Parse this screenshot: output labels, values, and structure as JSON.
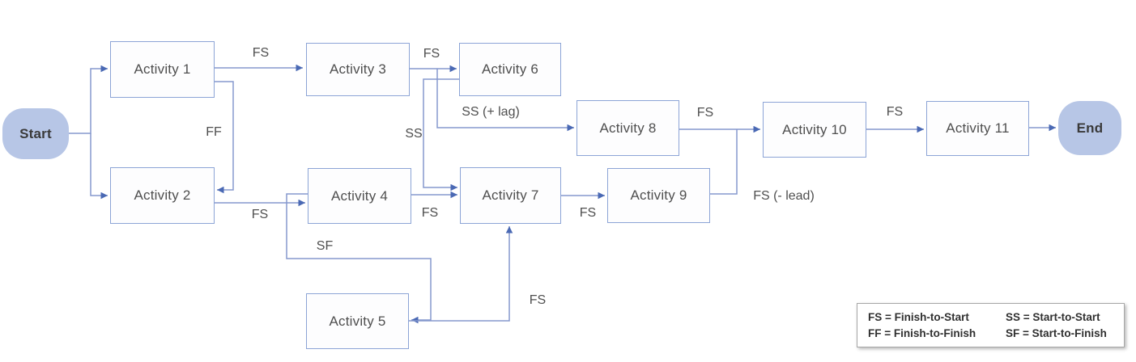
{
  "nodes": {
    "start": "Start",
    "end": "End",
    "activities": [
      "Activity 1",
      "Activity 2",
      "Activity 3",
      "Activity 4",
      "Activity 5",
      "Activity 6",
      "Activity 7",
      "Activity 8",
      "Activity 9",
      "Activity 10",
      "Activity 11"
    ]
  },
  "edge_labels": {
    "a1_a3": "FS",
    "a1_a2": "FF",
    "a2_a4": "FS",
    "a3_a6": "FS",
    "a6_a7": "SS",
    "a6_a8": "SS (+ lag)",
    "a4_a7": "FS",
    "a4_a5": "SF",
    "a5_a7": "FS",
    "a7_a9": "FS",
    "a8_a10": "FS",
    "a9_a10": "FS (- lead)",
    "a10_a11": "FS"
  },
  "legend": {
    "items": [
      "FS = Finish-to-Start",
      "SS = Start-to-Start",
      "FF = Finish-to-Finish",
      "SF = Start-to-Finish"
    ]
  },
  "colors": {
    "node_border": "#8ca4d6",
    "node_fill": "#fdfdfe",
    "terminal_fill": "#b7c6e6",
    "connector": "#8598cd",
    "arrowhead": "#4a69b4",
    "text": "#4f4f4f",
    "legend_border": "#a6a6a6",
    "legend_text": "#303030"
  }
}
